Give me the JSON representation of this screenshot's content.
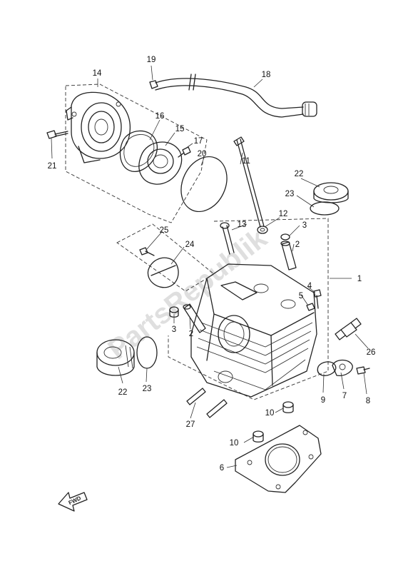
{
  "watermark": "PartsRepublik",
  "fwd_label": "FWD",
  "callouts": {
    "c1": "1",
    "c2a": "2",
    "c2b": "2",
    "c3a": "3",
    "c3b": "3",
    "c4": "4",
    "c5": "5",
    "c6": "6",
    "c7": "7",
    "c8": "8",
    "c9": "9",
    "c10a": "10",
    "c10b": "10",
    "c11": "11",
    "c12": "12",
    "c13": "13",
    "c14": "14",
    "c15": "15",
    "c16": "16",
    "c17": "17",
    "c18": "18",
    "c19": "19",
    "c20": "20",
    "c21": "21",
    "c22a": "22",
    "c22b": "22",
    "c23a": "23",
    "c23b": "23",
    "c24": "24",
    "c25": "25",
    "c26": "26",
    "c27": "27"
  },
  "colors": {
    "line": "#222222",
    "watermark": "#b9b9b9",
    "background": "#ffffff"
  }
}
